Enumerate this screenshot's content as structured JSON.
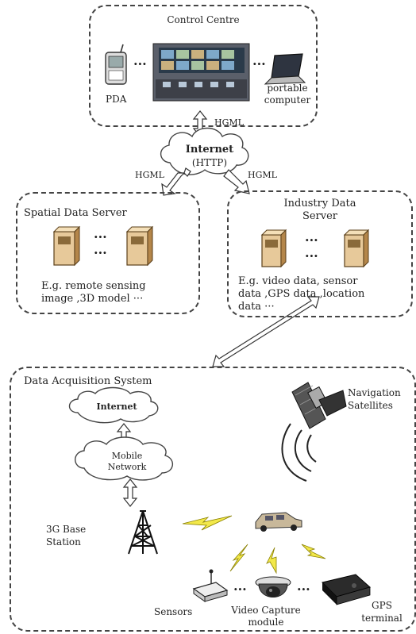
{
  "control_centre": {
    "title": "Control Centre",
    "pda_label": "PDA",
    "computer_label_1": "portable",
    "computer_label_2": "computer",
    "dots": "···"
  },
  "internet_cloud": {
    "line1": "Internet",
    "line2": "(HTTP)"
  },
  "hgml_labels": {
    "top": "HGML",
    "left": "HGML",
    "right": "HGML"
  },
  "spatial_server": {
    "title": "Spatial Data Server",
    "desc_1": "E.g. remote sensing",
    "desc_2": "image ,3D model ···",
    "dots": "···"
  },
  "industry_server": {
    "title_1": "Industry Data",
    "title_2": "Server",
    "desc_1": "E.g. video data, sensor",
    "desc_2": "data ,GPS data ,location",
    "desc_3": "data ···",
    "dots": "···"
  },
  "acquisition": {
    "title": "Data Acquisition System",
    "internet": "Internet",
    "mobile_1": "Mobile",
    "mobile_2": "Network",
    "base_1": "3G Base",
    "base_2": "Station",
    "nav_1": "Navigation",
    "nav_2": "Satellites",
    "sensors": "Sensors",
    "video_1": "Video Capture",
    "video_2": "module",
    "gps_1": "GPS",
    "gps_2": "terminal",
    "dots": "···"
  }
}
